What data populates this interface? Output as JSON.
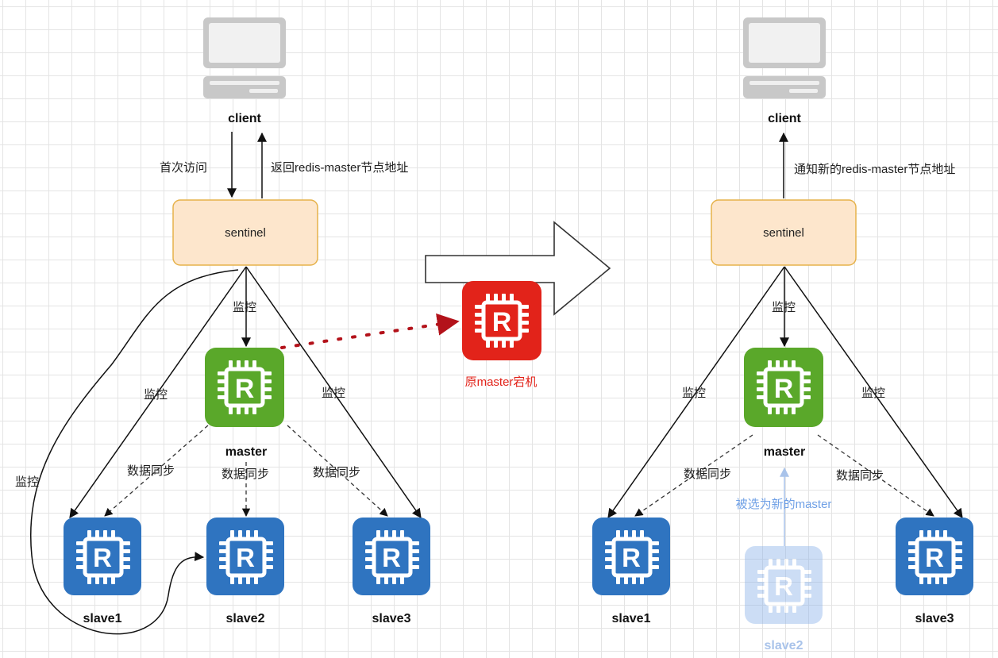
{
  "left": {
    "client_label": "client",
    "first_access_label": "首次访问",
    "return_label": "返回redis-master节点地址",
    "sentinel_label": "sentinel",
    "monitor_master_label": "监控",
    "monitor_slave1_label": "监控",
    "monitor_slave3_label": "监控",
    "monitor_slave2_label": "监控",
    "master_label": "master",
    "sync_slave1_label": "数据同步",
    "sync_slave2_label": "数据同步",
    "sync_slave3_label": "数据同步",
    "slave1_label": "slave1",
    "slave2_label": "slave2",
    "slave3_label": "slave3"
  },
  "failure": {
    "label": "原master宕机",
    "icon_letter": "R"
  },
  "right": {
    "client_label": "client",
    "notify_label": "通知新的redis-master节点地址",
    "sentinel_label": "sentinel",
    "monitor_master_label": "监控",
    "monitor_slave1_label": "监控",
    "monitor_slave3_label": "监控",
    "master_label": "master",
    "sync_slave1_label": "数据同步",
    "sync_slave3_label": "数据同步",
    "elected_label": "被选为新的master",
    "slave1_label": "slave1",
    "slave2_label": "slave2",
    "slave3_label": "slave3"
  },
  "chip_letter": "R",
  "colors": {
    "master_green": "#5aa82a",
    "slave_blue": "#2f74c0",
    "failed_red": "#e2231a",
    "faded_blue": "#b9cef0",
    "sentinel_fill": "#fde6cc",
    "sentinel_border": "#e6b24a",
    "failure_text": "#e2231a",
    "elected_text": "#6fa0e6"
  },
  "icons": [
    "computer-icon",
    "redis-chip-icon",
    "big-arrow-icon"
  ]
}
